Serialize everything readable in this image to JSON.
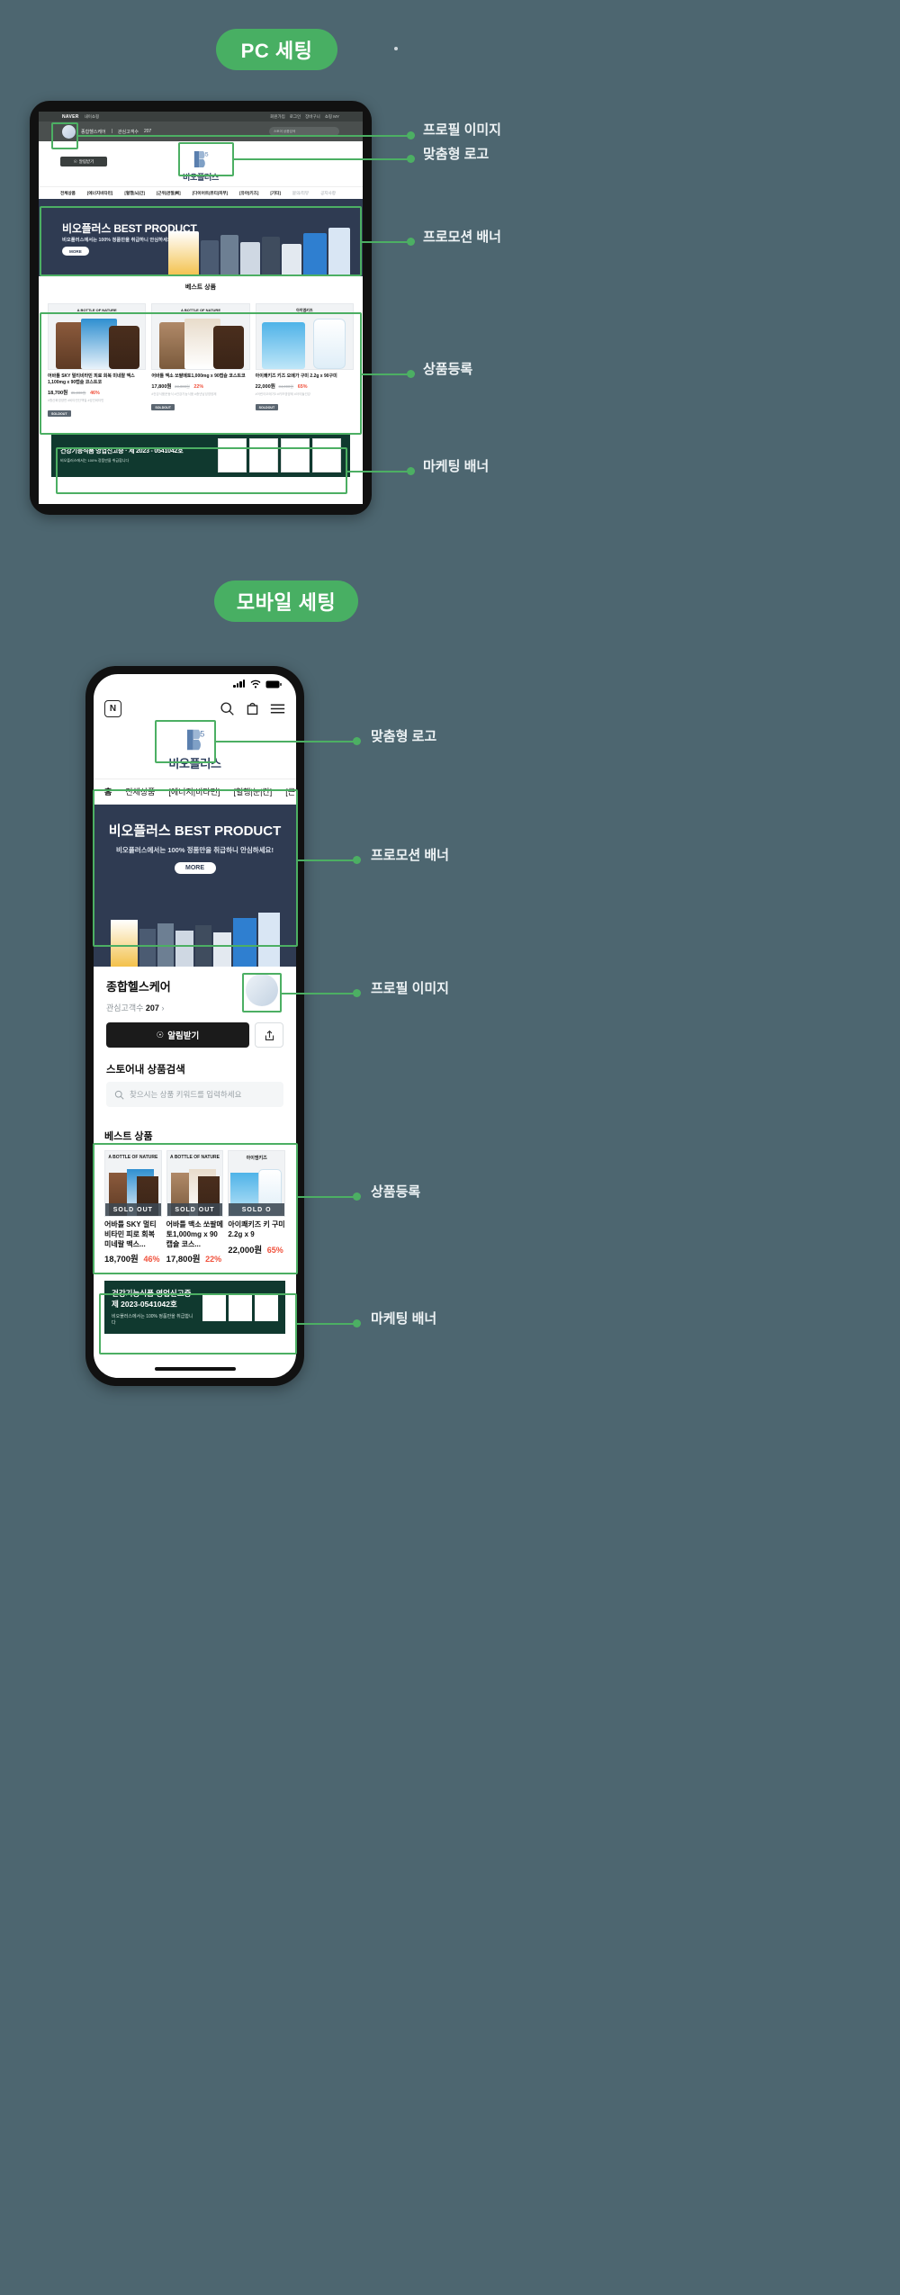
{
  "page": {
    "background_color": "#4d6670",
    "accent_green": "#4caf63",
    "navy": "#2f3b52",
    "dark_green": "#10392f"
  },
  "sections": [
    {
      "id": "pc",
      "badge": "PC 세팅"
    },
    {
      "id": "mobile",
      "badge": "모바일 세팅"
    }
  ],
  "brand": {
    "name": "비오플러스",
    "mark": "B5+"
  },
  "tablet": {
    "naver_bar": {
      "logo": "NAVER",
      "shop_link": "내이쇼핑",
      "right_links": [
        "회원가입",
        "로그인",
        "장바구니",
        "쇼핑 MY"
      ]
    },
    "account_bar": {
      "store_name": "종합헬스케어",
      "divider": "|",
      "fav_label": "관심고객수",
      "fav_count": "207",
      "fav_badge": "↑",
      "search_placeholder": "스토어 상품검색"
    },
    "alarm_button": "알림받기",
    "nav": [
      {
        "label": "전체상품",
        "dim": false
      },
      {
        "label": "[에너지비타민]",
        "dim": false
      },
      {
        "label": "[혈행|뇌|간]",
        "dim": false
      },
      {
        "label": "[근위|관절|뼈]",
        "dim": false
      },
      {
        "label": "[다이어트|뷰티|피부]",
        "dim": false
      },
      {
        "label": "[유아|키즈]",
        "dim": false
      },
      {
        "label": "[기타]",
        "dim": false
      },
      {
        "label": "묻의/리뷰",
        "dim": true
      },
      {
        "label": "공지사항",
        "dim": true
      }
    ],
    "promo": {
      "title": "비오플러스 BEST PRODUCT",
      "subtitle": "비오플러스에서는 100% 정품만을 취급하니 안심하세요!",
      "more_label": "MORE"
    },
    "best_heading": "베스트 상품",
    "products": [
      {
        "brand_top": "A BOTTLE OF NATURE",
        "title": "어바틀 SKY 멀티비타민 피로 회복 미네랄 맥스1,100mg x 90캡슐 코스트코",
        "price": "18,700원",
        "original_price": "35,000원",
        "discount": "46%",
        "tags": "#항산화영양면 #비타민단백질 #성인비타민",
        "badge": "SOLDOUT"
      },
      {
        "brand_top": "A BOTTLE OF NATURE",
        "title": "어바틀 맥소 쏘팔메토1,000mg x 90캡슐 코스트코",
        "price": "17,800원",
        "original_price": "23,000원",
        "discount": "22%",
        "tags": "#건강식품운동식 #건강기능식품 #중년남성영양제",
        "badge": "SOLDOUT"
      },
      {
        "brand_top": "아이엠키즈",
        "title": "아이쾌키즈 키즈 오메가 구미 2.2g x 90구미",
        "price": "22,000원",
        "original_price": "34,000원",
        "discount": "65%",
        "tags": "#어린이오메가3 #키즈영양제 #아이들건강",
        "badge": "SOLDOUT"
      }
    ],
    "marketing_banner": {
      "title": "건강기능식품 영업신고증 · 제 2023 - 0541042호",
      "subtitle": "비오플러스에서는 100% 정품만을 취급합니다"
    }
  },
  "phone": {
    "status_time": "",
    "header": {
      "home_icon": "N",
      "icons": [
        "search-icon",
        "cart-icon",
        "menu-icon"
      ]
    },
    "nav": [
      "홈",
      "전체상품",
      "[에너지|비타민]",
      "[혈행|눈|간]",
      "[근"
    ],
    "promo": {
      "title": "비오플러스 BEST PRODUCT",
      "subtitle": "비오플러스에서는 100% 정품만을 취급하니 안심하세요!",
      "more_label": "MORE"
    },
    "store": {
      "name": "종합헬스케어",
      "fav_label": "관심고객수",
      "fav_count": "207",
      "alarm_button": "알림받기",
      "share_icon": "share-icon"
    },
    "search": {
      "heading": "스토어내 상품검색",
      "placeholder": "찾으시는 상품 키워드를 입력하세요"
    },
    "best_heading": "베스트 상품",
    "products": [
      {
        "title": "어바틀 SKY 멀티비타민 피로 회복 미네랄 맥스...",
        "price": "18,700원",
        "discount": "46%",
        "badge": "SOLD OUT"
      },
      {
        "title": "어바틀 맥소 쏘팔메토1,000mg x 90캡슐 코스...",
        "price": "17,800원",
        "discount": "22%",
        "badge": "SOLD OUT"
      },
      {
        "title": "아이쾌키즈 키 구미 2.2g x 9",
        "price": "22,000원",
        "discount": "65%",
        "badge": "SOLD O"
      }
    ],
    "marketing_banner": {
      "title_line1": "건강기능식품 영업신고증",
      "title_line2": "제 2023-0541042호",
      "subtitle": "비오플러스에서는 100% 정품만을 취급합니다"
    }
  },
  "annotations": {
    "pc": [
      {
        "label": "프로필 이미지"
      },
      {
        "label": "맞춤형 로고"
      },
      {
        "label": "프로모션 배너"
      },
      {
        "label": "상품등록"
      },
      {
        "label": "마케팅 배너"
      }
    ],
    "mobile": [
      {
        "label": "맞춤형 로고"
      },
      {
        "label": "프로모션 배너"
      },
      {
        "label": "프로필 이미지"
      },
      {
        "label": "상품등록"
      },
      {
        "label": "마케팅 배너"
      }
    ]
  }
}
